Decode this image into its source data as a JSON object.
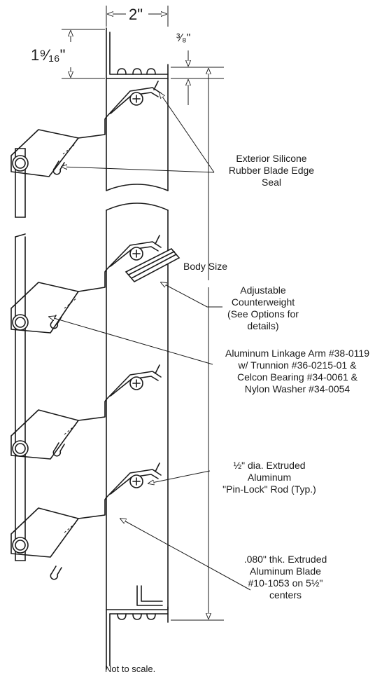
{
  "dimensions": {
    "width": "2\"",
    "height": "1⁹⁄₁₆\"",
    "offset": "³⁄₈\""
  },
  "callouts": {
    "seal": [
      "Exterior Silicone",
      "Rubber Blade Edge",
      "Seal"
    ],
    "body_size": "Body Size",
    "counterweight": [
      "Adjustable",
      "Counterweight",
      "(See Options for",
      "details)"
    ],
    "linkage": [
      "Aluminum Linkage Arm #38-0119",
      "w/ Trunnion #36-0215-01 &",
      "Celcon Bearing #34-0061 &",
      "Nylon Washer #34-0054"
    ],
    "rod": [
      "½\" dia. Extruded",
      "Aluminum",
      "\"Pin-Lock\" Rod (Typ.)"
    ],
    "blade": [
      ".080\" thk. Extruded",
      "Aluminum Blade",
      "#10-1053 on 5½\"",
      "centers"
    ]
  },
  "footer_note": "Not to scale."
}
